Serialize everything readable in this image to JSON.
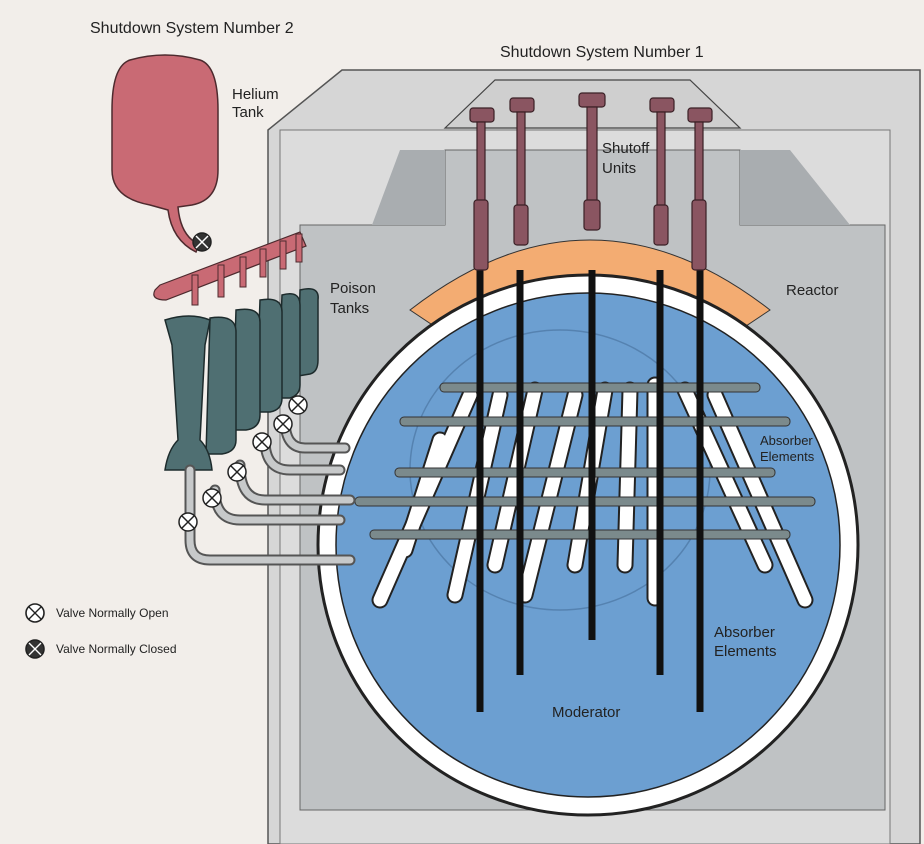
{
  "labels": {
    "sds2": "Shutdown System Number 2",
    "sds1": "Shutdown System Number 1",
    "helium_1": "Helium",
    "helium_2": "Tank",
    "shutoff_1": "Shutoff",
    "shutoff_2": "Units",
    "poison_1": "Poison",
    "poison_2": "Tanks",
    "reactor": "Reactor",
    "absorber_a1": "Absorber",
    "absorber_a2": "Elements",
    "absorber_b1": "Absorber",
    "absorber_b2": "Elements",
    "moderator": "Moderator"
  },
  "legend": {
    "open": "Valve Normally Open",
    "closed": "Valve Normally Closed"
  },
  "colors": {
    "background": "#f2eeea",
    "building": "#d9d9d9",
    "helium_tank": "#c96a74",
    "shutoff_units": "#8a5561",
    "poison_tanks": "#4f6f72",
    "moderator": "#6c9fd1",
    "calandria_top": "#f3ac72",
    "rods": "#111111",
    "absorber_tubes": "#ffffff"
  }
}
